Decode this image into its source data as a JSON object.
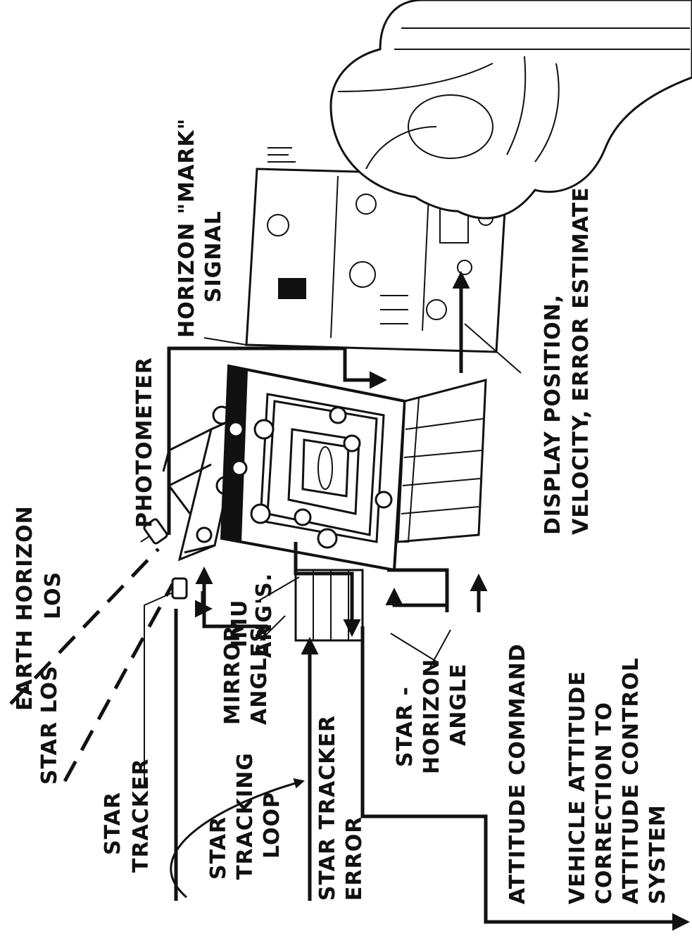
{
  "labels": {
    "star_los": "STAR LOS",
    "earth_horizon_los_1": "EARTH HORIZON",
    "earth_horizon_los_2": "LOS",
    "photometer": "PHOTOMETER",
    "star_tracker_1": "STAR",
    "star_tracker_2": "TRACKER",
    "star_tracking_loop_1": "STAR",
    "star_tracking_loop_2": "TRACKING",
    "star_tracking_loop_3": "LOOP",
    "mirror_angles_1": "MIRROR",
    "mirror_angles_2": "ANGLES",
    "imu_angs_1": "IMU",
    "imu_angs_2": "ANG'S.",
    "star_tracker_error_1": "STAR TRACKER",
    "star_tracker_error_2": "ERROR",
    "star_horizon_angle_1": "STAR -",
    "star_horizon_angle_2": "HORIZON",
    "star_horizon_angle_3": "ANGLE",
    "attitude_command": "ATTITUDE COMMAND",
    "vehicle_attitude_1": "VEHICLE ATTITUDE",
    "vehicle_attitude_2": "CORRECTION TO",
    "vehicle_attitude_3": "ATTITUDE CONTROL",
    "vehicle_attitude_4": "SYSTEM",
    "horizon_mark_1": "HORIZON \"MARK\"",
    "horizon_mark_2": "SIGNAL",
    "display_1": "DISPLAY POSITION,",
    "display_2": "VELOCITY, ERROR ESTIMATE"
  },
  "colors": {
    "ink": "#111111",
    "paper": "#ffffff"
  }
}
